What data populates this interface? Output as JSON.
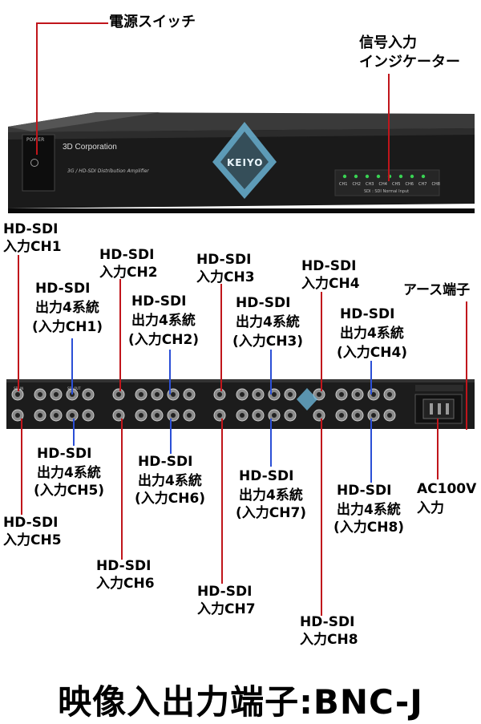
{
  "front_labels": {
    "power_switch": "電源スイッチ",
    "signal_indicator_line1": "信号入力",
    "signal_indicator_line2": "インジケーター"
  },
  "device_front": {
    "power_label": "POWER",
    "brand": "3D Corporation",
    "model": "3G / HD-SDI Distribution Amplifier",
    "channels": [
      "CH1",
      "CH2",
      "CH3",
      "CH4",
      "CH5",
      "CH6",
      "CH7",
      "CH8"
    ],
    "indicator_caption": "SDI : SDI Normal Input",
    "logo": "KEIYO"
  },
  "device_rear": {
    "sdi_in": "SDI IN",
    "sdi_out": "SDI OUT"
  },
  "inputs": {
    "hd_sdi": "HD-SDI",
    "ch1": "入力CH1",
    "ch2": "入力CH2",
    "ch3": "入力CH3",
    "ch4": "入力CH4",
    "ch5": "入力CH5",
    "ch6": "入力CH6",
    "ch7": "入力CH7",
    "ch8": "入力CH8"
  },
  "outputs": {
    "hd_sdi": "HD-SDI",
    "line2": "出力4系統",
    "ch1": "(入力CH1)",
    "ch2": "(入力CH2)",
    "ch3": "(入力CH3)",
    "ch4": "(入力CH4)",
    "ch5": "(入力CH5)",
    "ch6": "(入力CH6)",
    "ch7": "(入力CH7)",
    "ch8": "(入力CH8)"
  },
  "earth": "アース端子",
  "ac_line1": "AC100V",
  "ac_line2": "入力",
  "footer": "映像入出力端子:BNC-J"
}
